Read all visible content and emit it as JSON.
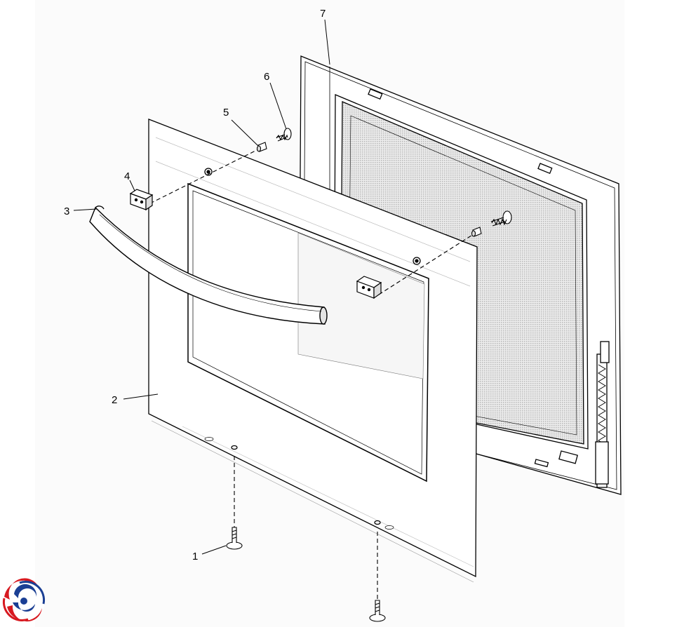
{
  "diagram": {
    "callouts": [
      {
        "id": "1",
        "label": "1"
      },
      {
        "id": "2",
        "label": "2"
      },
      {
        "id": "3",
        "label": "3"
      },
      {
        "id": "4",
        "label": "4"
      },
      {
        "id": "5",
        "label": "5"
      },
      {
        "id": "6",
        "label": "6"
      },
      {
        "id": "7",
        "label": "7"
      }
    ]
  },
  "colors": {
    "line": "#000000",
    "glass_shade": "#d8d8d8",
    "logo_red": "#d71920",
    "logo_blue": "#1b3f94"
  },
  "logo": {
    "icon": "swirl-logo-icon"
  }
}
